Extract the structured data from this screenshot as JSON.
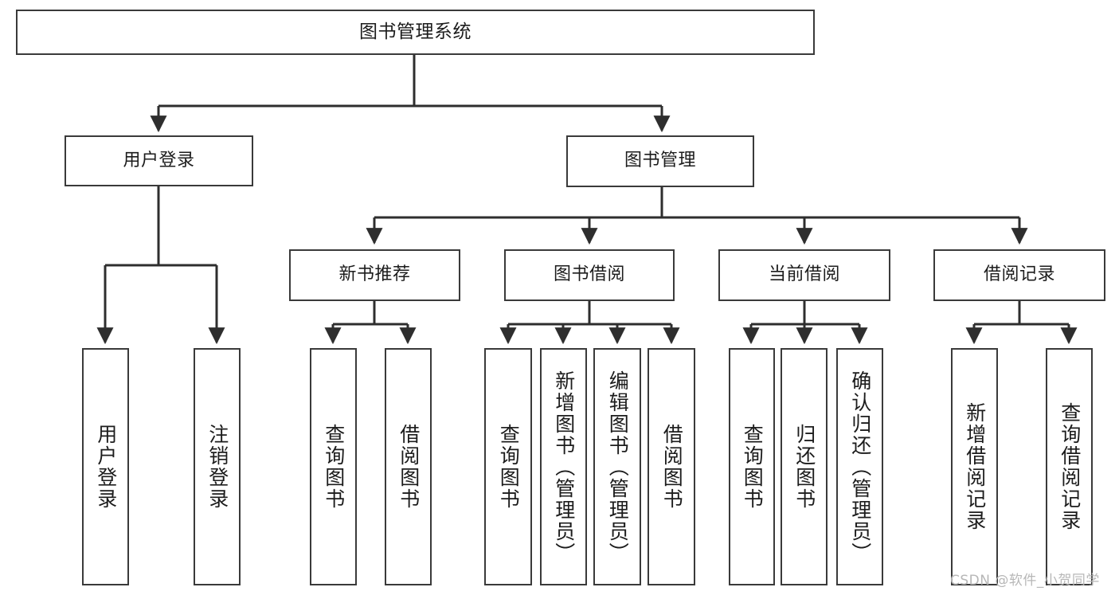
{
  "diagram": {
    "title": "图书管理系统",
    "type": "function-structure-tree",
    "watermark": "CSDN @软件_小贺同学",
    "colors": {
      "box_border": "#3a3a3a",
      "box_fill": "#ffffff",
      "edge": "#2e2e2e",
      "text": "#1c1c1c",
      "watermark": "#b7b7b7",
      "background": "#ffffff"
    }
  },
  "nodes": {
    "root": {
      "label": "图书管理系统"
    },
    "tier1": [
      {
        "label": "用户登录"
      },
      {
        "label": "图书管理"
      }
    ],
    "tier2": [
      {
        "label": "新书推荐"
      },
      {
        "label": "图书借阅"
      },
      {
        "label": "当前借阅"
      },
      {
        "label": "借阅记录"
      }
    ],
    "leaves": {
      "user_login": [
        {
          "label": "用户登录"
        },
        {
          "label": "注销登录"
        }
      ],
      "new_book_recommend": [
        {
          "label": "查询图书"
        },
        {
          "label": "借阅图书"
        }
      ],
      "book_borrow": [
        {
          "label": "查询图书"
        },
        {
          "label": "新增图书（管理员）"
        },
        {
          "label": "编辑图书（管理员）"
        },
        {
          "label": "借阅图书"
        }
      ],
      "current_borrow": [
        {
          "label": "查询图书"
        },
        {
          "label": "归还图书"
        },
        {
          "label": "确认归还（管理员）"
        }
      ],
      "borrow_record": [
        {
          "label": "新增借阅记录"
        },
        {
          "label": "查询借阅记录"
        }
      ]
    }
  }
}
